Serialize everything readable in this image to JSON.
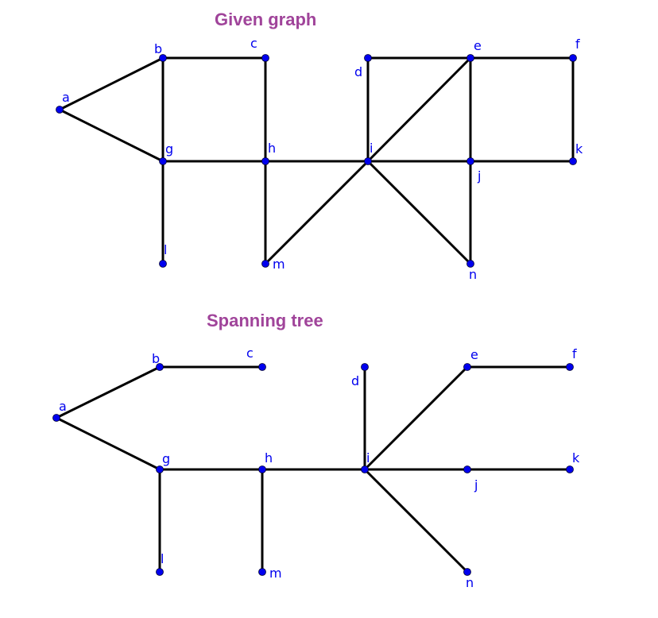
{
  "graph": {
    "title": "Given graph",
    "node_color": "#0000ee",
    "edge_color": "#000000",
    "label_color": "#0000ee",
    "nodes": [
      {
        "id": "a",
        "label": "a"
      },
      {
        "id": "b",
        "label": "b"
      },
      {
        "id": "c",
        "label": "c"
      },
      {
        "id": "d",
        "label": "d"
      },
      {
        "id": "e",
        "label": "e"
      },
      {
        "id": "f",
        "label": "f"
      },
      {
        "id": "g",
        "label": "g"
      },
      {
        "id": "h",
        "label": "h"
      },
      {
        "id": "i",
        "label": "i"
      },
      {
        "id": "j",
        "label": "j"
      },
      {
        "id": "k",
        "label": "k"
      },
      {
        "id": "l",
        "label": "l"
      },
      {
        "id": "m",
        "label": "m"
      },
      {
        "id": "n",
        "label": "n"
      }
    ],
    "edges": [
      [
        "a",
        "b"
      ],
      [
        "a",
        "g"
      ],
      [
        "b",
        "c"
      ],
      [
        "b",
        "g"
      ],
      [
        "c",
        "h"
      ],
      [
        "g",
        "h"
      ],
      [
        "g",
        "l"
      ],
      [
        "h",
        "i"
      ],
      [
        "h",
        "m"
      ],
      [
        "m",
        "i"
      ],
      [
        "d",
        "e"
      ],
      [
        "d",
        "i"
      ],
      [
        "e",
        "f"
      ],
      [
        "e",
        "i"
      ],
      [
        "e",
        "j"
      ],
      [
        "f",
        "k"
      ],
      [
        "i",
        "j"
      ],
      [
        "j",
        "k"
      ],
      [
        "i",
        "n"
      ],
      [
        "j",
        "n"
      ]
    ]
  },
  "tree": {
    "title": "Spanning tree",
    "node_color": "#0000ee",
    "edge_color": "#000000",
    "label_color": "#0000ee",
    "nodes": [
      {
        "id": "a",
        "label": "a"
      },
      {
        "id": "b",
        "label": "b"
      },
      {
        "id": "c",
        "label": "c"
      },
      {
        "id": "d",
        "label": "d"
      },
      {
        "id": "e",
        "label": "e"
      },
      {
        "id": "f",
        "label": "f"
      },
      {
        "id": "g",
        "label": "g"
      },
      {
        "id": "h",
        "label": "h"
      },
      {
        "id": "i",
        "label": "i"
      },
      {
        "id": "j",
        "label": "j"
      },
      {
        "id": "k",
        "label": "k"
      },
      {
        "id": "l",
        "label": "l"
      },
      {
        "id": "m",
        "label": "m"
      },
      {
        "id": "n",
        "label": "n"
      }
    ],
    "edges": [
      [
        "a",
        "b"
      ],
      [
        "a",
        "g"
      ],
      [
        "b",
        "c"
      ],
      [
        "g",
        "h"
      ],
      [
        "g",
        "l"
      ],
      [
        "h",
        "m"
      ],
      [
        "h",
        "i"
      ],
      [
        "d",
        "i"
      ],
      [
        "i",
        "e"
      ],
      [
        "e",
        "f"
      ],
      [
        "i",
        "j"
      ],
      [
        "j",
        "k"
      ],
      [
        "i",
        "n"
      ]
    ]
  }
}
